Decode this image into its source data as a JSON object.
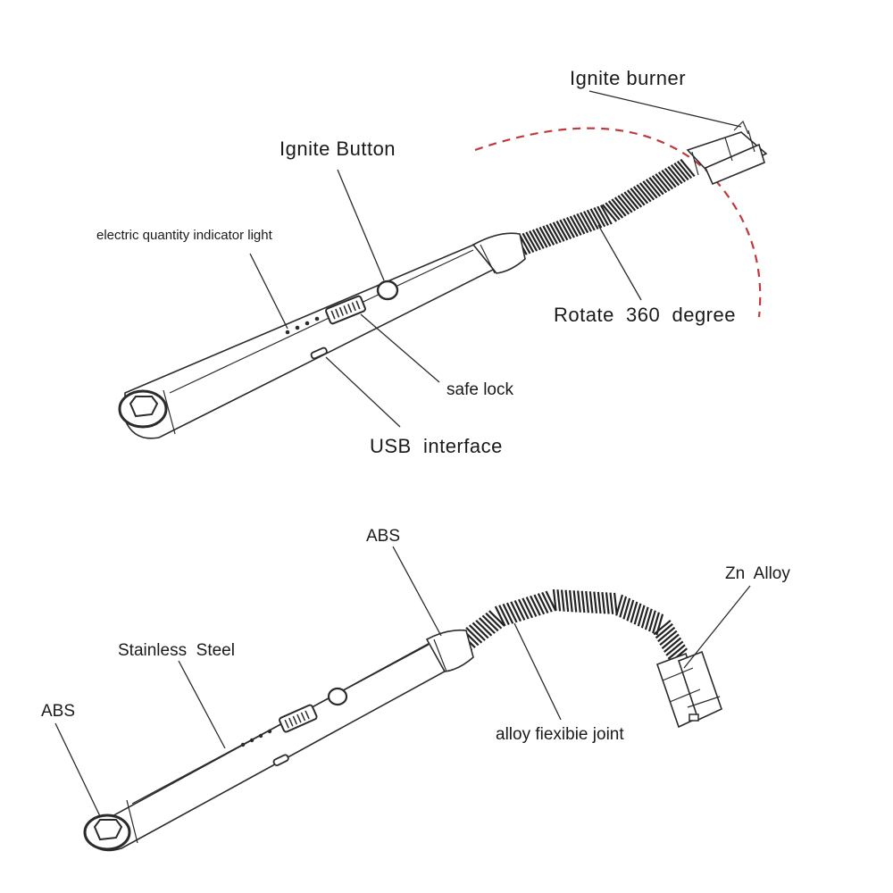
{
  "top_figure": {
    "labels": {
      "ignite_burner": "Ignite burner",
      "ignite_button": "Ignite Button",
      "indicator_light": "electric quantity indicator light",
      "rotate": "Rotate  360  degree",
      "safe_lock": "safe lock",
      "usb_interface": "USB  interface"
    }
  },
  "bottom_figure": {
    "labels": {
      "abs_top": "ABS",
      "zn_alloy": "Zn  Alloy",
      "stainless_steel": "Stainless  Steel",
      "abs_left": "ABS",
      "flexible_joint": "alloy fiexibie joint"
    }
  },
  "colors": {
    "rotation_arc": "#c0393f",
    "line": "#2b2b2b"
  }
}
